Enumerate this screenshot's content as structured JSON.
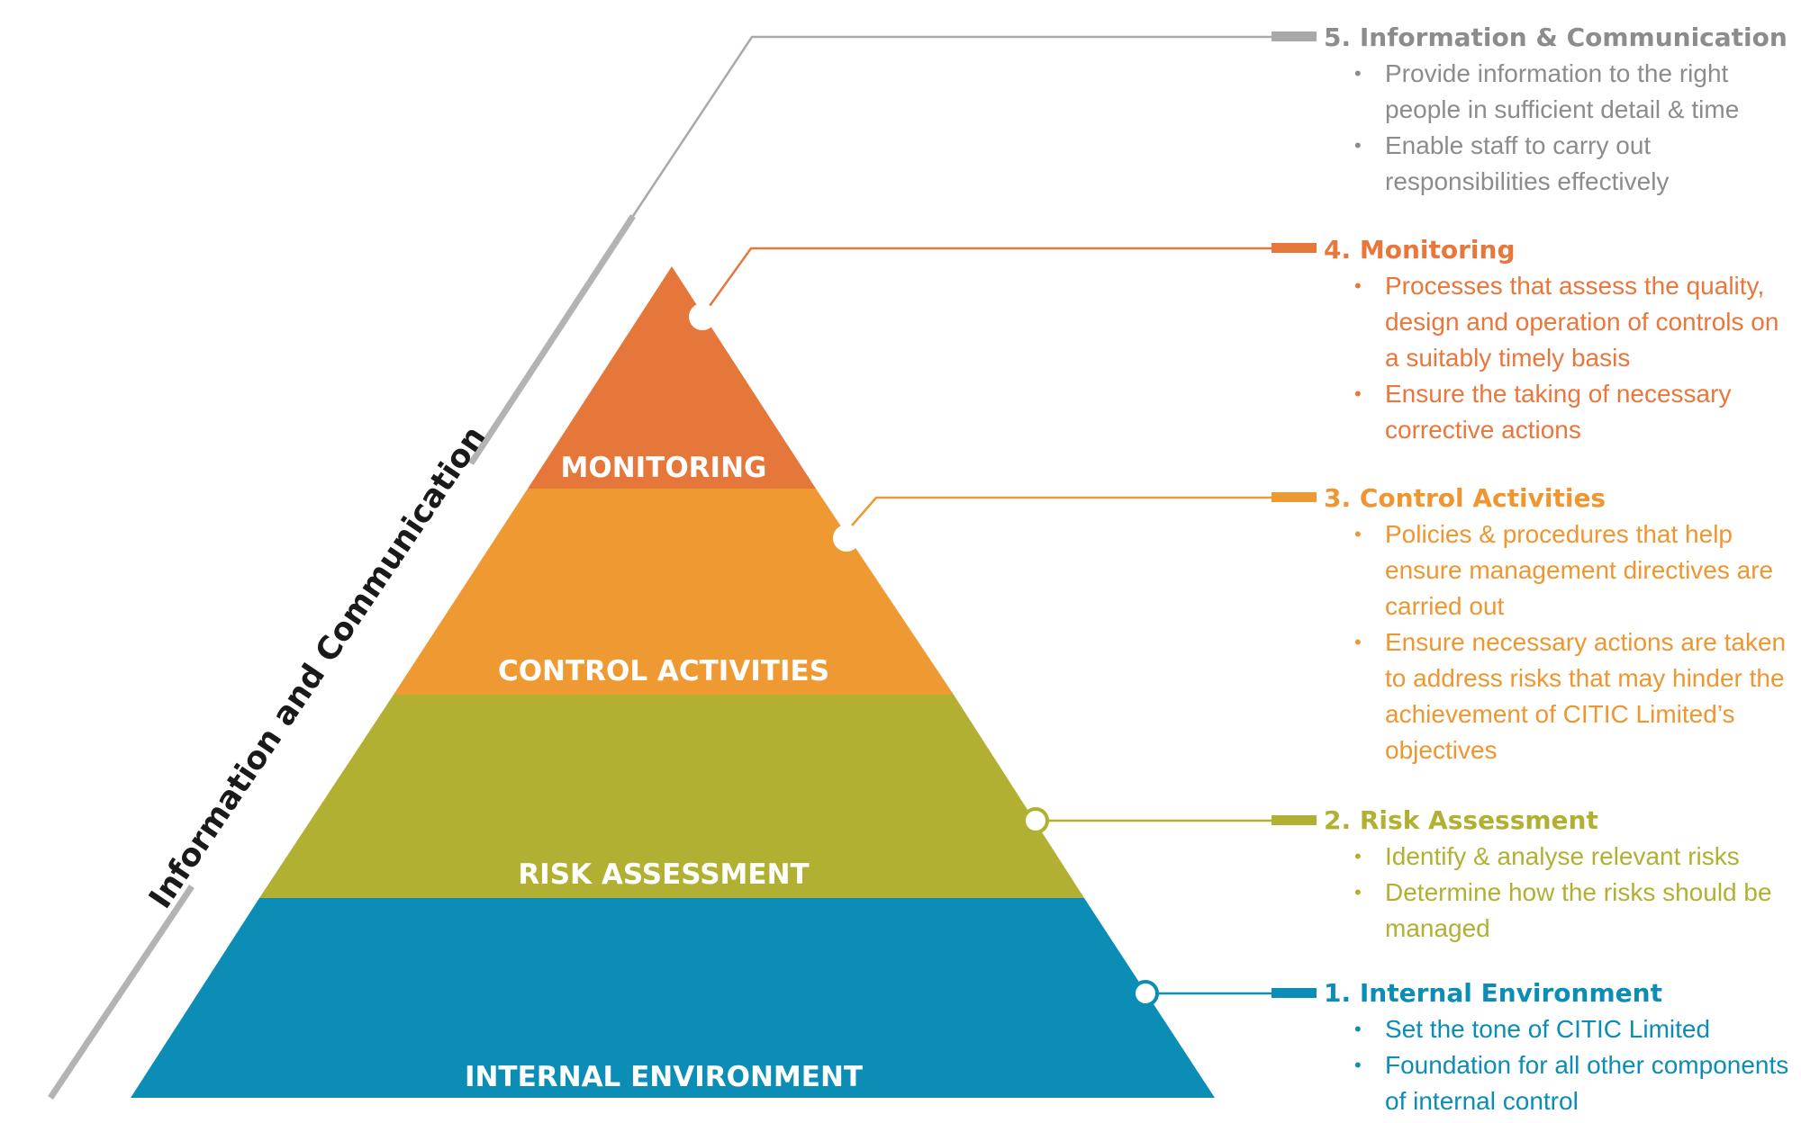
{
  "colors": {
    "information": "#a9a9a9",
    "monitoring": "#e5773a",
    "control_activities": "#ee9931",
    "risk_assessment": "#b1b033",
    "internal_environment": "#0b8db5"
  },
  "side_label": "Information and Communication",
  "layers": [
    {
      "label": "MONITORING"
    },
    {
      "label": "CONTROL ACTIVITIES"
    },
    {
      "label": "RISK ASSESSMENT"
    },
    {
      "label": "INTERNAL ENVIRONMENT"
    }
  ],
  "panels": [
    {
      "heading": "5. Information & Communication",
      "bullets": [
        "Provide information to the right people in sufficient detail & time",
        "Enable staff to carry out responsibilities effectively"
      ]
    },
    {
      "heading": "4. Monitoring",
      "bullets": [
        "Processes that assess the quality, design and operation of controls on a suitably timely basis",
        "Ensure the taking of necessary corrective actions"
      ]
    },
    {
      "heading": "3. Control Activities",
      "bullets": [
        "Policies & procedures that help ensure management directives are carried out",
        "Ensure necessary actions are taken to address risks that may hinder the achievement of CITIC Limited’s objectives"
      ]
    },
    {
      "heading": "2. Risk Assessment",
      "bullets": [
        "Identify & analyse relevant risks",
        "Determine how the risks should be managed"
      ]
    },
    {
      "heading": "1. Internal Environment",
      "bullets": [
        "Set the tone of CITIC Limited",
        "Foundation for all other components of internal control"
      ]
    }
  ]
}
